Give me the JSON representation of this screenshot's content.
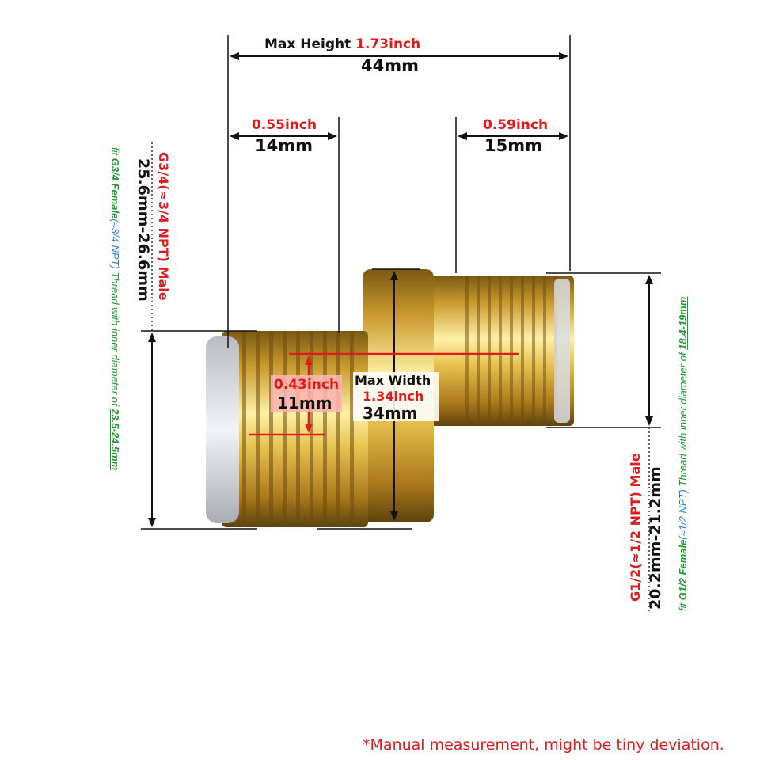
{
  "dimensions": {
    "max_height": {
      "label": "Max Height",
      "inch": "1.73inch",
      "mm": "44mm"
    },
    "left_length": {
      "inch": "0.55inch",
      "mm": "14mm"
    },
    "right_length": {
      "inch": "0.59inch",
      "mm": "15mm"
    },
    "bore": {
      "inch": "0.43inch",
      "mm": "11mm"
    },
    "max_width": {
      "label": "Max Width",
      "inch": "1.34inch",
      "mm": "34mm"
    }
  },
  "left_thread": {
    "spec": "G3/4(≈3/4 NPT) Male",
    "range": "25.6mm-26.6mm",
    "fit_prefix": "fit",
    "fit_g": "G3/4 Female",
    "fit_npt": "(≈3/4 NPT)",
    "fit_mid": "Thread with inner diameter of",
    "fit_dia": "23.5-24.5mm"
  },
  "right_thread": {
    "spec": "G1/2(≈1/2 NPT) Male",
    "range": "20.2mm-21.2mm",
    "fit_prefix": "fit",
    "fit_g": "G1/2 Female",
    "fit_npt": "(≈1/2 NPT)",
    "fit_mid": "Thread with inner diameter of",
    "fit_dia": "18.4-19mm"
  },
  "note": "*Manual measurement, might be tiny deviation.",
  "colors": {
    "accent_red": "#e01b1b",
    "green": "#1f9a2e",
    "blue": "#2a7fd6",
    "brass": "#c9a035"
  }
}
